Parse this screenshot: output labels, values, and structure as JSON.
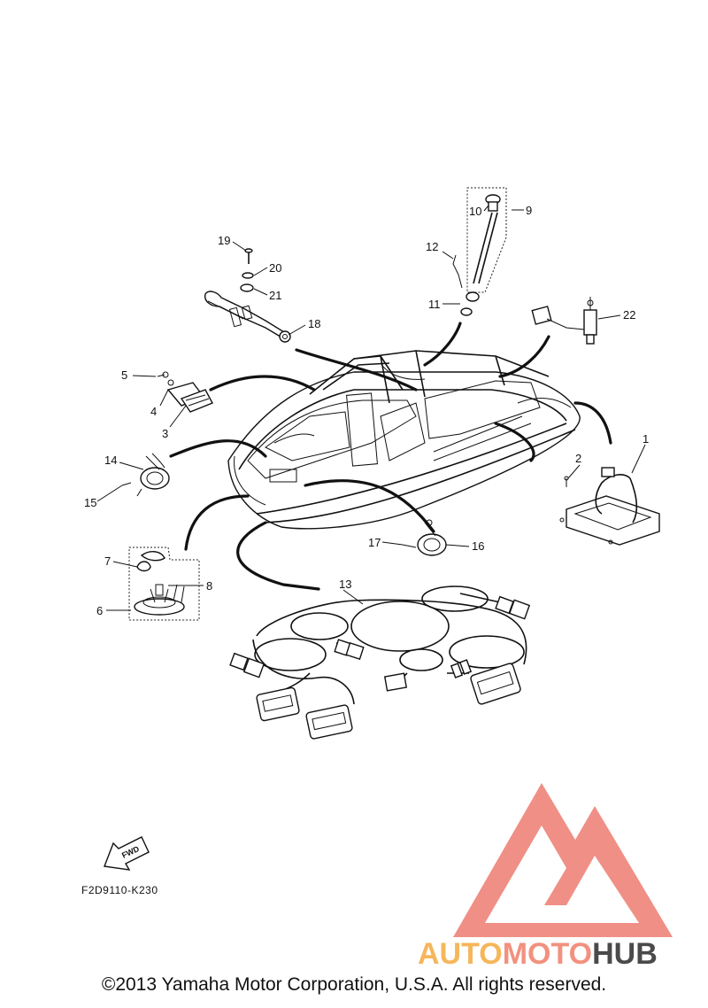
{
  "callouts": {
    "c1": "1",
    "c2": "2",
    "c3": "3",
    "c4": "4",
    "c5": "5",
    "c6": "6",
    "c7": "7",
    "c8": "8",
    "c9": "9",
    "c10": "10",
    "c11": "11",
    "c12": "12",
    "c13": "13",
    "c14": "14",
    "c15": "15",
    "c16": "16",
    "c17": "17",
    "c18": "18",
    "c19": "19",
    "c20": "20",
    "c21": "21",
    "c22": "22"
  },
  "fwd_label": "FWD",
  "figure_code": "F2D9110-K230",
  "logo": {
    "part1": "AUTO",
    "part2": "MOTO",
    "part3": "HUB"
  },
  "copyright": "©2013 Yamaha Motor Corporation, U.S.A. All rights reserved.",
  "colors": {
    "logo_triangle": "#f08f86",
    "logo_auto": "#f6b65a",
    "logo_moto": "#f2917f",
    "logo_hub": "#4a4a4a",
    "line": "#111111"
  }
}
